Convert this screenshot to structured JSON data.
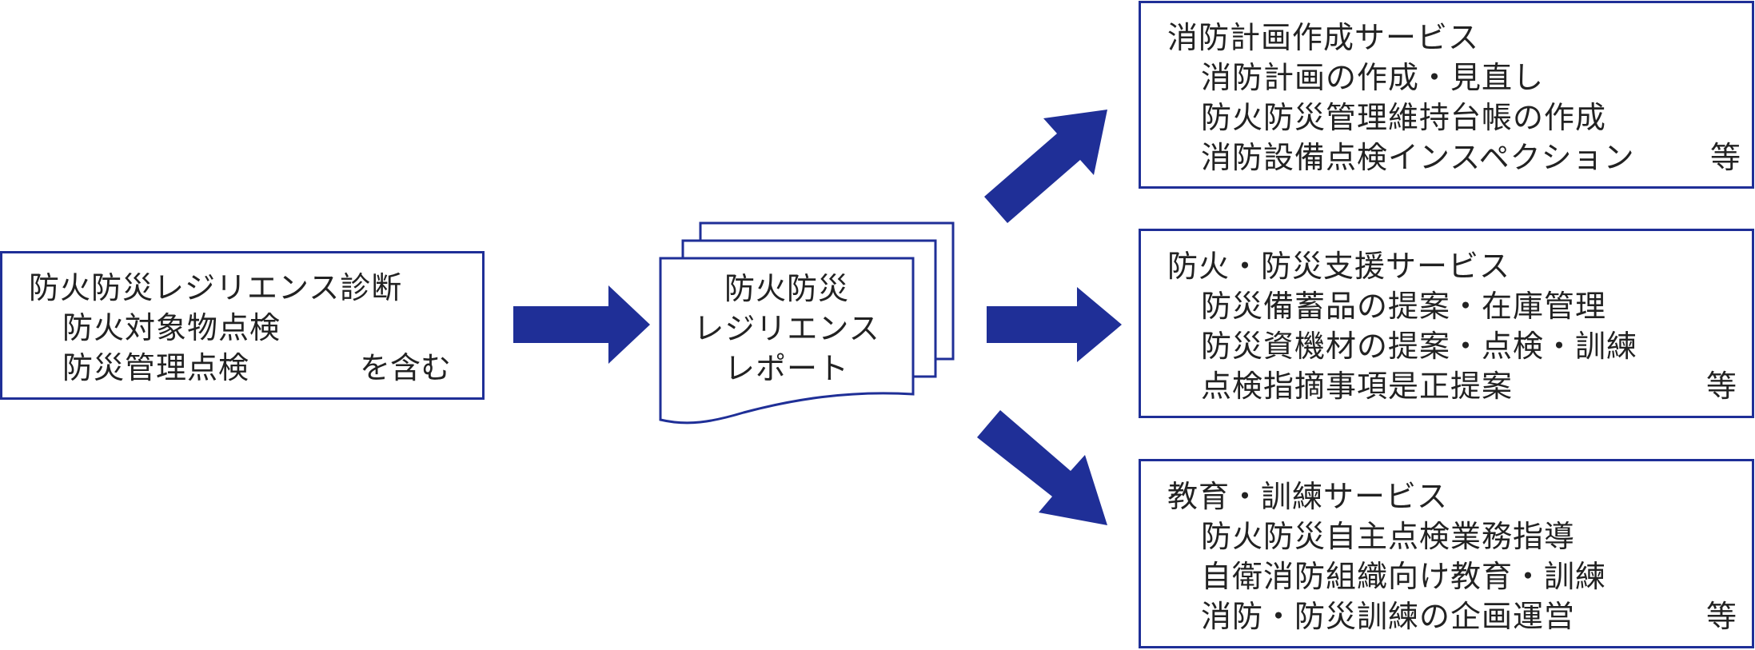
{
  "colors": {
    "accent": "#1f2f97",
    "text": "#222222",
    "background": "#ffffff"
  },
  "source": {
    "lines": [
      "防火防災レジリエンス診断",
      "防火対象物点検",
      "防災管理点検"
    ],
    "suffix": "を含む"
  },
  "report": {
    "lines": [
      "防火防災",
      "レジリエンス",
      "レポート"
    ]
  },
  "services": [
    {
      "title": "消防計画作成サービス",
      "items": [
        "消防計画の作成・見直し",
        "防火防災管理維持台帳の作成",
        "消防設備点検インスペクション"
      ],
      "suffix": "等"
    },
    {
      "title": "防火・防災支援サービス",
      "items": [
        "防災備蓄品の提案・在庫管理",
        "防災資機材の提案・点検・訓練",
        "点検指摘事項是正提案"
      ],
      "suffix": "等"
    },
    {
      "title": "教育・訓練サービス",
      "items": [
        "防火防災自主点検業務指導",
        "自衛消防組織向け教育・訓練",
        "消防・防災訓練の企画運営"
      ],
      "suffix": "等"
    }
  ]
}
